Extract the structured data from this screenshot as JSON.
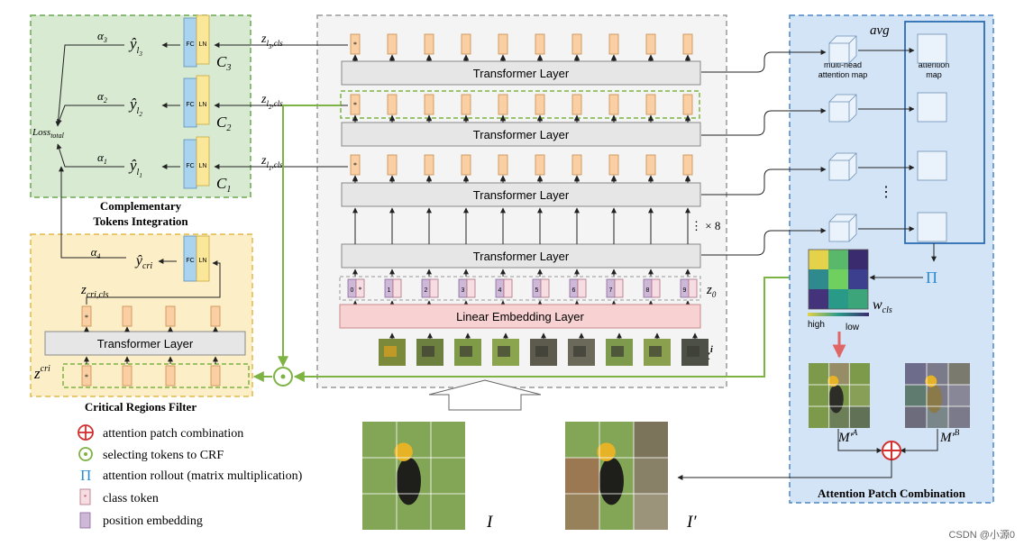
{
  "colors": {
    "cti_bg": "#d8ead2",
    "cti_border": "#6aa84f",
    "crf_bg": "#fcefc8",
    "crf_border": "#e0b84a",
    "apc_bg": "#d4e4f7",
    "apc_border": "#4a86c5",
    "main_border": "#9a9a9a",
    "token_orange": "#f9cfa3",
    "token_pink": "#f6dde2",
    "token_purple": "#cdb8d8",
    "embed_fill": "#f8d2d2",
    "layer_fill": "#e6e6e6",
    "green": "#7cb342",
    "red": "#d32f2f",
    "blue_pi": "#2b8ad0",
    "fc": "#a9d3ef",
    "ln": "#fbe79a"
  },
  "cti": {
    "title_line1": "Complementary",
    "title_line2": "Tokens Integration",
    "loss": "Loss",
    "loss_sub": "total",
    "rows": [
      {
        "alpha": "α",
        "alpha_sub": "3",
        "y_sub": "l",
        "y_subsub": "3",
        "c_sub": "3",
        "z_sub": "l",
        "z_subsub": "3",
        "z_tail": ",cls"
      },
      {
        "alpha": "α",
        "alpha_sub": "2",
        "y_sub": "l",
        "y_subsub": "2",
        "c_sub": "2",
        "z_sub": "l",
        "z_subsub": "2",
        "z_tail": ",cls"
      },
      {
        "alpha": "α",
        "alpha_sub": "1",
        "y_sub": "l",
        "y_subsub": "1",
        "c_sub": "1",
        "z_sub": "l",
        "z_subsub": "1",
        "z_tail": ",cls"
      }
    ],
    "fc": "FC",
    "ln": "LN",
    "c_letter": "C",
    "y_letter": "ŷ",
    "z_letter": "z"
  },
  "crf": {
    "title": "Critical Regions Filter",
    "layer": "Transformer Layer",
    "alpha": "α",
    "alpha_sub": "4",
    "y_letter": "ŷ",
    "y_sub": "cri",
    "z_letter": "z",
    "z_sub": "cri,cls",
    "zcri_letter": "z",
    "zcri_sup": "cri",
    "fc": "FC",
    "ln": "LN",
    "star": "*"
  },
  "main": {
    "layers": [
      "Transformer Layer",
      "Transformer Layer",
      "Transformer Layer",
      "Transformer Layer"
    ],
    "embedding": "Linear Embedding Layer",
    "times8": "× 8",
    "z0": "z",
    "z0_sub": "0",
    "xi": "x",
    "xi_sup": "i",
    "positions": [
      "0",
      "1",
      "2",
      "3",
      "4",
      "5",
      "6",
      "7",
      "8",
      "9"
    ],
    "star": "*"
  },
  "apc": {
    "title": "Attention Patch Combination",
    "avg": "avg",
    "mh_line1": "multi-head",
    "mh_line2": "attention map",
    "am_line1": "attention",
    "am_line2": "map",
    "pi": "Π",
    "wcls": "w",
    "wcls_sub": "cls",
    "high": "high",
    "low": "low",
    "ma": "M′",
    "ma_sup": "A",
    "mb": "M′",
    "mb_sup": "B",
    "heatmap": [
      [
        "#e3d24a",
        "#5ab86a",
        "#3a2a6e"
      ],
      [
        "#2e8a8c",
        "#6fcf5f",
        "#3c3f8e"
      ],
      [
        "#44327a",
        "#2a9a88",
        "#3da57a"
      ]
    ]
  },
  "images": {
    "I": "I",
    "Iprime": "I′"
  },
  "legend": [
    {
      "icon": "plus-circle-icon",
      "label": "attention patch combination"
    },
    {
      "icon": "dot-circle-icon",
      "label": "selecting tokens to CRF"
    },
    {
      "icon": "pi-icon",
      "label": "attention rollout (matrix multiplication)"
    },
    {
      "icon": "class-token-icon",
      "label": "class token"
    },
    {
      "icon": "position-embedding-icon",
      "label": "position embedding"
    }
  ],
  "watermark": "CSDN @小源0"
}
